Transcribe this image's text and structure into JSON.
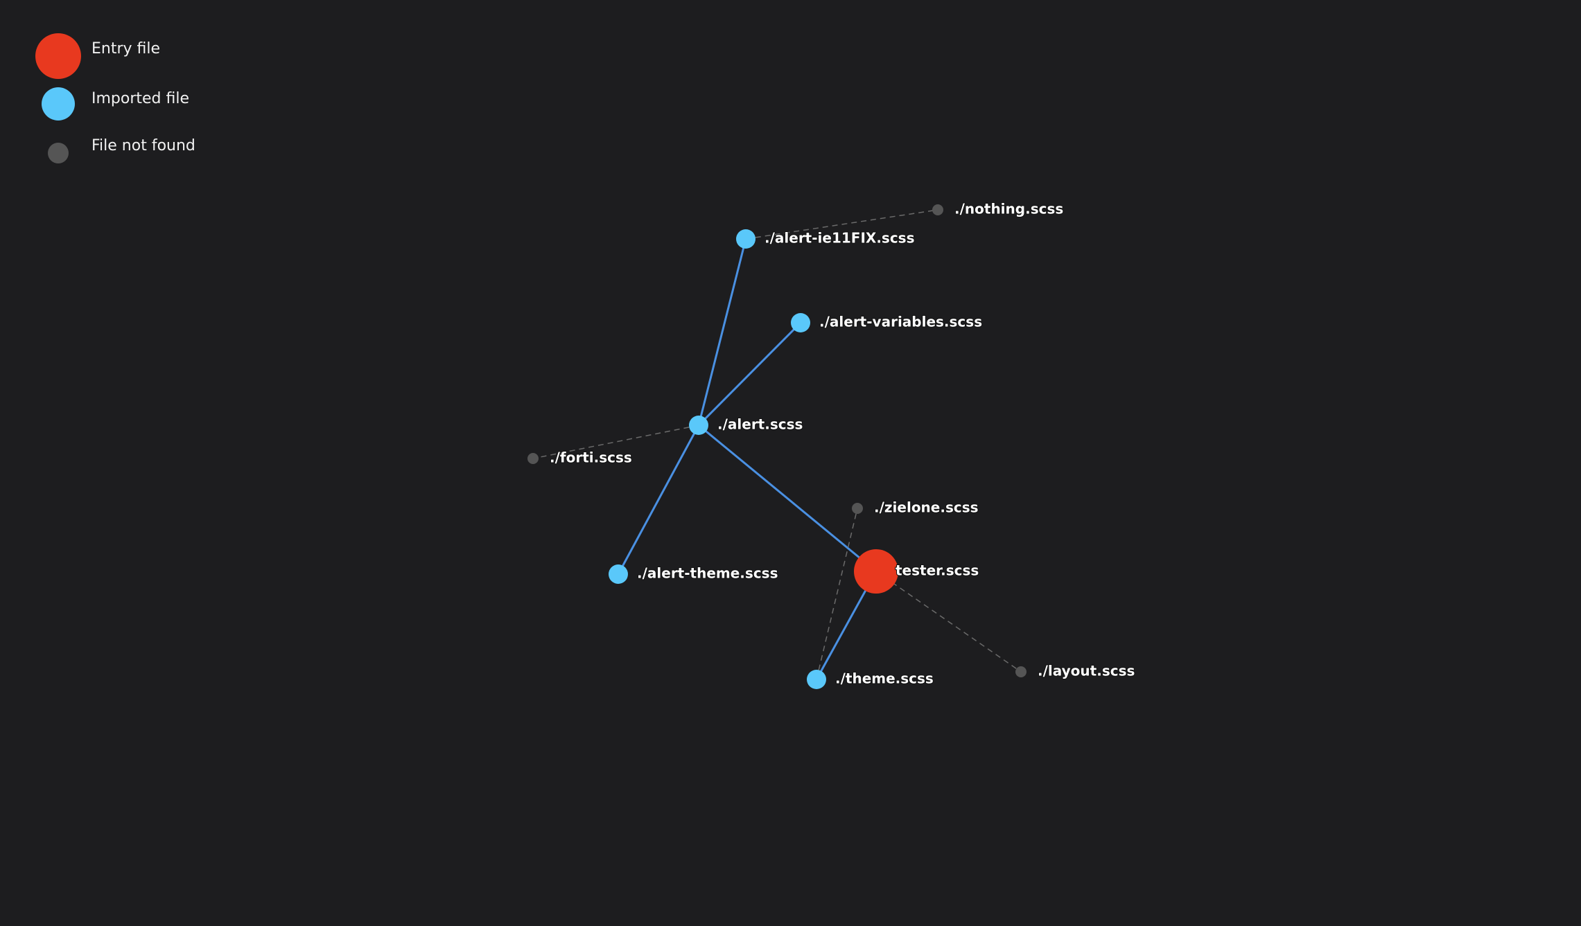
{
  "legend": {
    "entry": {
      "label": "Entry file",
      "color": "#e8391f"
    },
    "imported": {
      "label": "Imported file",
      "color": "#5ac8fa"
    },
    "not_found": {
      "label": "File not found",
      "color": "#555555"
    }
  },
  "colors": {
    "background": "#1d1d1f",
    "import_edge": "#4a90e2",
    "missing_edge": "#6b6b6b"
  },
  "graph": {
    "nodes": [
      {
        "id": "tester",
        "label": "tester.scss",
        "kind": "entry"
      },
      {
        "id": "alert",
        "label": "./alert.scss",
        "kind": "imported"
      },
      {
        "id": "alert_ie11",
        "label": "./alert-ie11FIX.scss",
        "kind": "imported"
      },
      {
        "id": "alert_vars",
        "label": "./alert-variables.scss",
        "kind": "imported"
      },
      {
        "id": "alert_theme",
        "label": "./alert-theme.scss",
        "kind": "imported"
      },
      {
        "id": "theme",
        "label": "./theme.scss",
        "kind": "imported"
      },
      {
        "id": "nothing",
        "label": "./nothing.scss",
        "kind": "not_found"
      },
      {
        "id": "forti",
        "label": "./forti.scss",
        "kind": "not_found"
      },
      {
        "id": "zielone",
        "label": "./zielone.scss",
        "kind": "not_found"
      },
      {
        "id": "layout",
        "label": "./layout.scss",
        "kind": "not_found"
      }
    ],
    "edges": [
      {
        "from": "tester",
        "to": "alert",
        "style": "import"
      },
      {
        "from": "tester",
        "to": "theme",
        "style": "import"
      },
      {
        "from": "tester",
        "to": "layout",
        "style": "missing"
      },
      {
        "from": "alert",
        "to": "alert_ie11",
        "style": "import"
      },
      {
        "from": "alert",
        "to": "alert_vars",
        "style": "import"
      },
      {
        "from": "alert",
        "to": "alert_theme",
        "style": "import"
      },
      {
        "from": "alert",
        "to": "forti",
        "style": "missing"
      },
      {
        "from": "alert_ie11",
        "to": "nothing",
        "style": "missing"
      },
      {
        "from": "theme",
        "to": "zielone",
        "style": "missing"
      }
    ]
  }
}
